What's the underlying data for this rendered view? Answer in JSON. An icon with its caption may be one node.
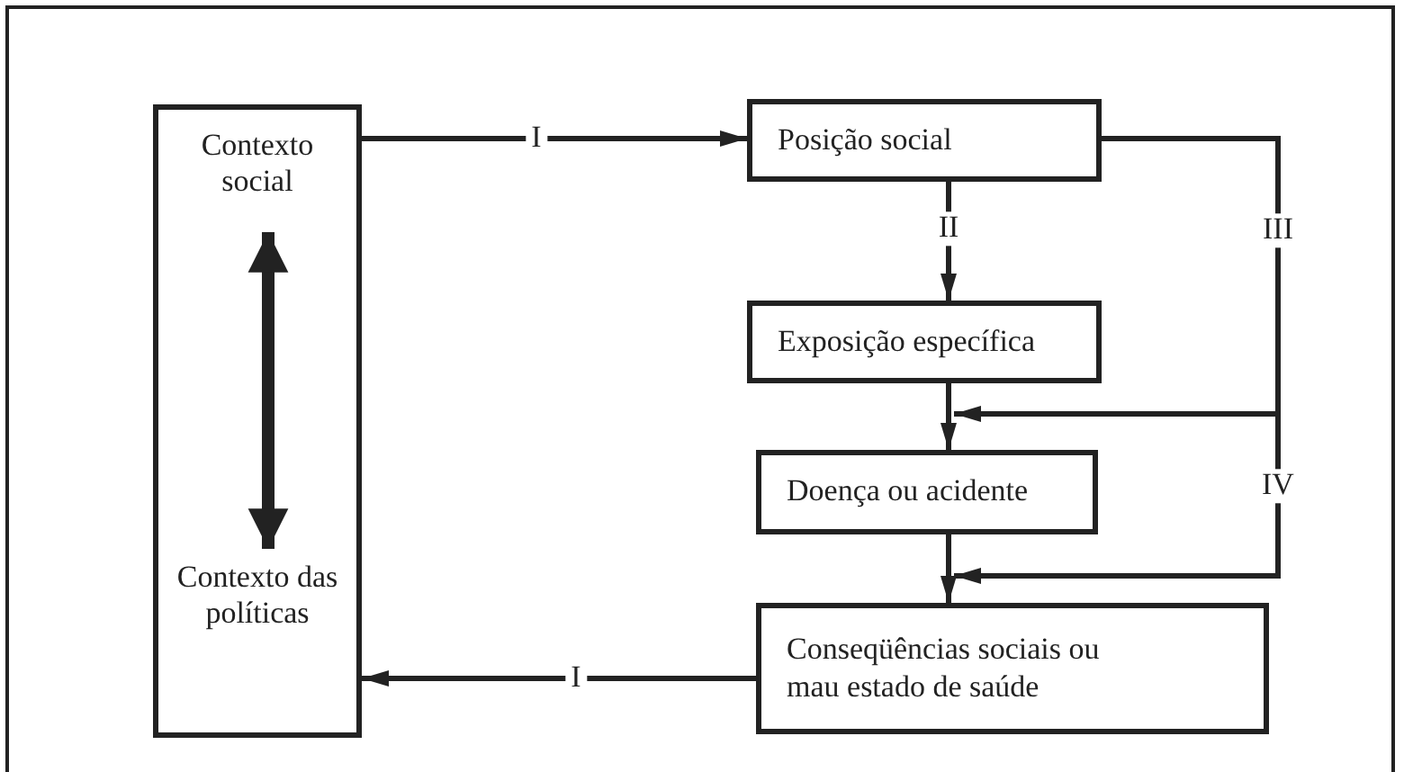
{
  "diagram": {
    "nodes": [
      {
        "text": [],
        "shape": "box"
      },
      {
        "text": [
          "Contexto social"
        ],
        "in": 0
      },
      {
        "text": [
          "Contexto das políticas"
        ],
        "in": 0
      },
      {
        "text": [
          "Posição social"
        ]
      },
      {
        "text": [
          "Exposição específica"
        ]
      },
      {
        "text": [
          "Doença ou acidente"
        ]
      },
      {
        "text": [
          "Conseqüências sociais ou mau estado de saúde"
        ]
      }
    ],
    "edges": [
      {
        "from": 0,
        "to": 3,
        "arrow": "to",
        "label": "I"
      },
      {
        "from": 3,
        "to": 4,
        "arrow": "to",
        "label": "II"
      },
      {
        "from": 3,
        "to": 5,
        "arrow": "to",
        "label": "III"
      },
      {
        "from": 3,
        "to": 6,
        "arrow": "to",
        "label": "IV"
      },
      {
        "from": 4,
        "to": 5,
        "arrow": "to"
      },
      {
        "from": 5,
        "to": 6,
        "arrow": "to"
      },
      {
        "from": 6,
        "to": 0,
        "arrow": "to",
        "label": "I"
      },
      {
        "from": 1,
        "to": 2,
        "arrow": "both",
        "style": "thick"
      }
    ]
  }
}
